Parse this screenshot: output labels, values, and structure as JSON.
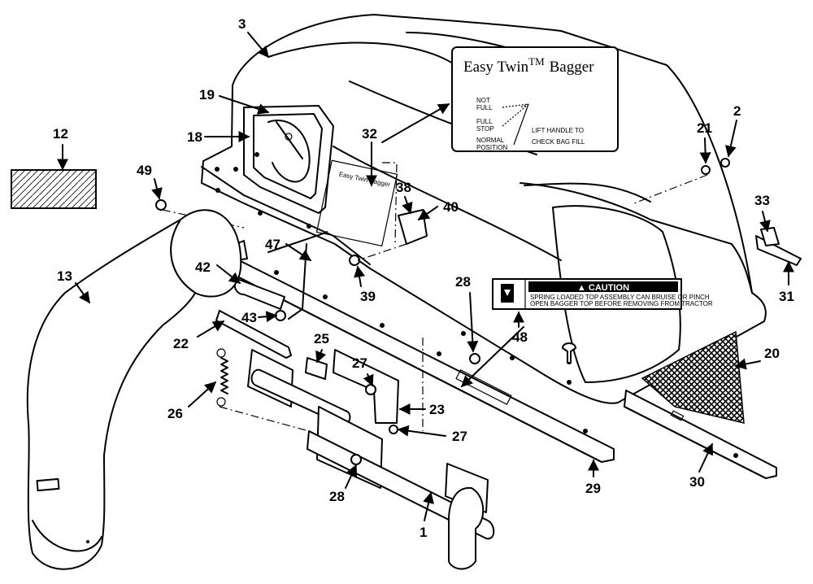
{
  "decal_bagger": {
    "title_main": "Easy Twin",
    "title_tm": "TM",
    "title_end": "Bagger",
    "level_not_full": "NOT",
    "level_not_full_2": "FULL",
    "level_full_stop": "FULL",
    "level_full_stop_2": "STOP",
    "level_normal": "NORMAL",
    "level_normal_2": "POSITION",
    "instruction_1": "LIFT HANDLE TO",
    "instruction_2": "CHECK BAG FILL"
  },
  "decal_caution": {
    "heading": "CAUTION",
    "text_1": "SPRING LOADED TOP ASSEMBLY CAN BRUISE OR PINCH",
    "text_2": "OPEN BAGGER TOP BEFORE REMOVING FROM TRACTOR"
  },
  "callouts": {
    "p1": "1",
    "p2": "2",
    "p3": "3",
    "p12": "12",
    "p13": "13",
    "p18": "18",
    "p19": "19",
    "p20": "20",
    "p21": "21",
    "p22": "22",
    "p23": "23",
    "p25": "25",
    "p26": "26",
    "p27a": "27",
    "p27b": "27",
    "p28a": "28",
    "p28b": "28",
    "p29": "29",
    "p30": "30",
    "p31": "31",
    "p32a": "32",
    "p33": "33",
    "p38": "38",
    "p39": "39",
    "p40": "40",
    "p42": "42",
    "p43": "43",
    "p47": "47",
    "p48": "48",
    "p49": "49"
  }
}
